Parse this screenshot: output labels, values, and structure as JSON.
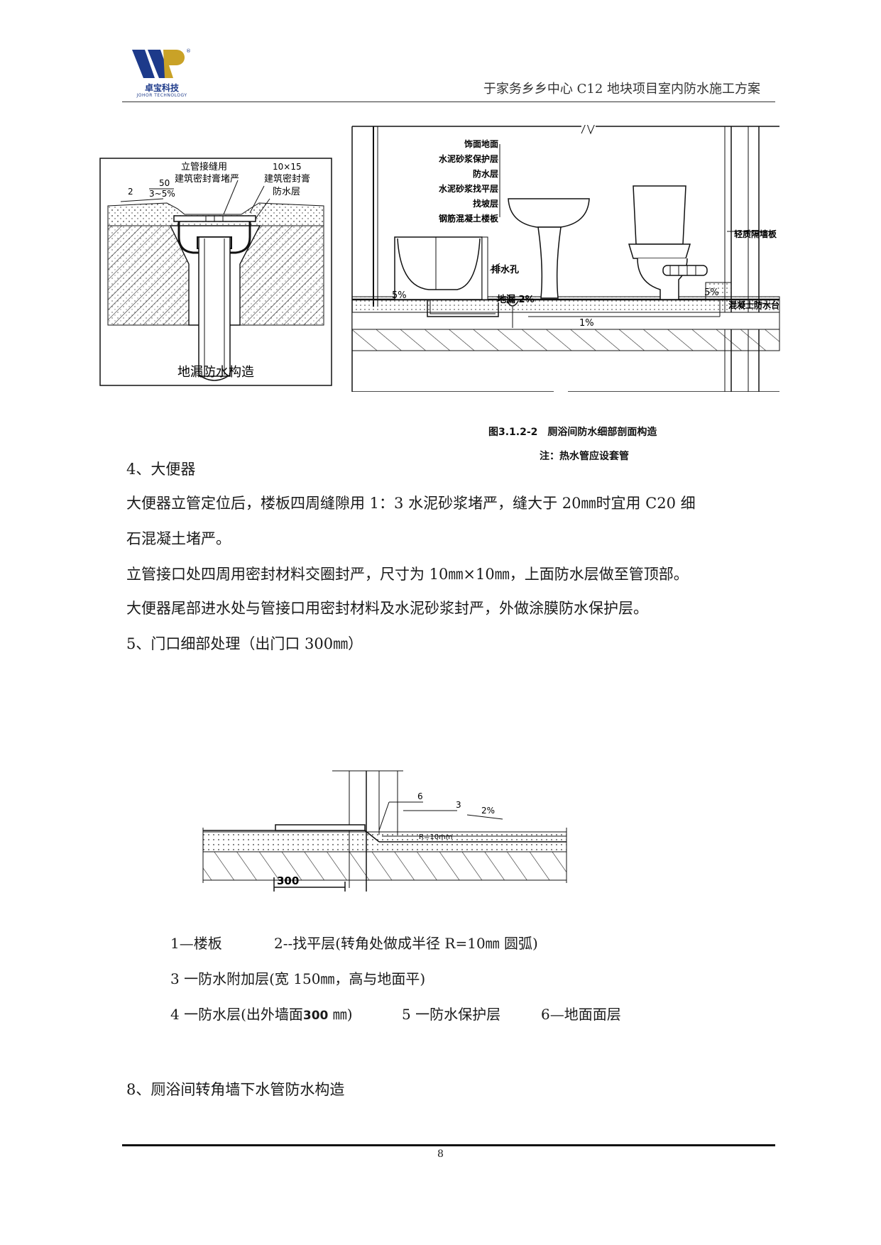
{
  "header": {
    "logo_cn": "卓宝科技",
    "logo_en": "JOHOR TECHNOLOGY",
    "doc_title": "于家务乡乡中心 C12 地块项目室内防水施工方案"
  },
  "figure_drain": {
    "label_pipe_seal": "立管接缝用",
    "label_sealant": "建筑密封膏堵严",
    "label_dim": "10×15",
    "label_sealant2": "建筑密封膏",
    "label_waterproof": "防水层",
    "label_50": "50",
    "label_2": "2",
    "label_slope": "3~5%",
    "caption": "地漏防水构造"
  },
  "figure_bath": {
    "layers": [
      "饰面地面",
      "水泥砂浆保护层",
      "防水层",
      "水泥砂浆找平层",
      "找坡层",
      "钢筋混凝土楼板"
    ],
    "label_partition": "轻质隔墙板",
    "label_curb": "混凝土防水台",
    "label_drain_hole": "排水孔",
    "label_floor_drain": "地漏 2%",
    "label_5a": "5%",
    "label_5b": "5%",
    "label_1": "1%",
    "caption_title": "图3.1.2-2　厕浴间防水细部剖面构造",
    "caption_note": "注：热水管应设套管"
  },
  "body": {
    "section4_title": "4、大便器",
    "p1_line1": "大便器立管定位后，楼板四周缝隙用 1：3 水泥砂浆堵严，缝大于 20㎜时宜用 C20 细",
    "p1_line2": "石混凝土堵严。",
    "p2": "立管接口处四周用密封材料交圈封严，尺寸为 10㎜×10㎜，上面防水层做至管顶部。",
    "p3": "大便器尾部进水处与管接口用密封材料及水泥砂浆封严，外做涂膜防水保护层。",
    "section5_title": "5、门口细部处理（出门口 300㎜）"
  },
  "figure_door": {
    "label_6": "6",
    "label_3": "3",
    "label_2pct": "2%",
    "label_r": "R=10mm",
    "label_300": "300"
  },
  "legend": {
    "item1": "1—楼板",
    "item2": "2--找平层(转角处做成半径 R=10㎜ 圆弧)",
    "item3": "3 一防水附加层(宽 150㎜，高与地面平)",
    "item4_pre": "4 一防水层(出外墙面",
    "item4_num": "300",
    "item4_post": " ㎜)",
    "item5": "5 一防水保护层",
    "item6": "6—地面面层"
  },
  "section8_title": "8、厕浴间转角墙下水管防水构造",
  "footer": {
    "page": "8"
  },
  "colors": {
    "logo_blue": "#1d3a8a",
    "logo_gold": "#c9a227"
  }
}
